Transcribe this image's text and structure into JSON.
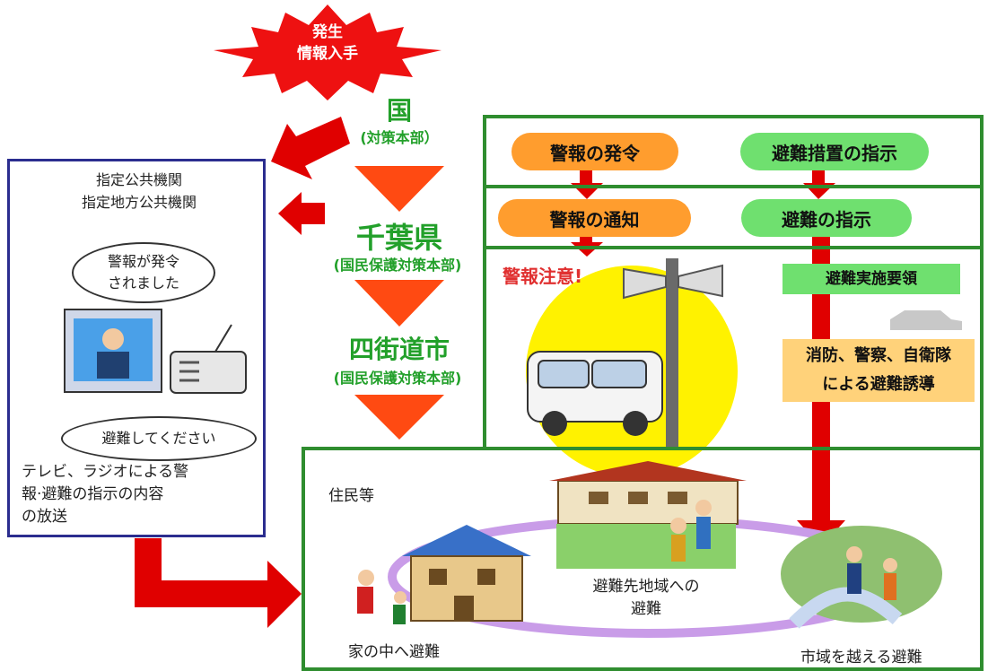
{
  "burst": {
    "line1": "発生",
    "line2": "情報入手"
  },
  "chain": {
    "national": {
      "title": "国",
      "sub": "(対策本部）"
    },
    "prefecture": {
      "title": "千葉県",
      "sub": "(国民保護対策本部)"
    },
    "city": {
      "title": "四街道市",
      "sub": "(国民保護対策本部)"
    }
  },
  "public_org": {
    "line1": "指定公共機関",
    "line2": "指定地方公共機関",
    "bubble_top": [
      "警報が発令",
      "されました"
    ],
    "bubble_bottom": "避難してください",
    "caption": [
      "テレビ、ラジオによる警",
      "報·避難の指示の内容",
      "の放送"
    ]
  },
  "actions": {
    "alarm_issue": "警報の発令",
    "evac_measure": "避難措置の指示",
    "alarm_notify": "警報の通知",
    "evac_order": "避難の指示",
    "alarm_attention": "警報注意!",
    "evac_manual": "避難実施要領",
    "guidance": [
      "消防、警察、自衛隊",
      "による避難誘導"
    ]
  },
  "residents": {
    "title": "住民等",
    "indoor": "家の中へ避難",
    "area": [
      "避難先地域への",
      "避難"
    ],
    "outside": "市域を越える避難"
  },
  "colors": {
    "red": "#e00000",
    "orange_red": "#ff4a12",
    "green_border": "#2f8d2f",
    "blue_border": "#2b2d8f"
  }
}
